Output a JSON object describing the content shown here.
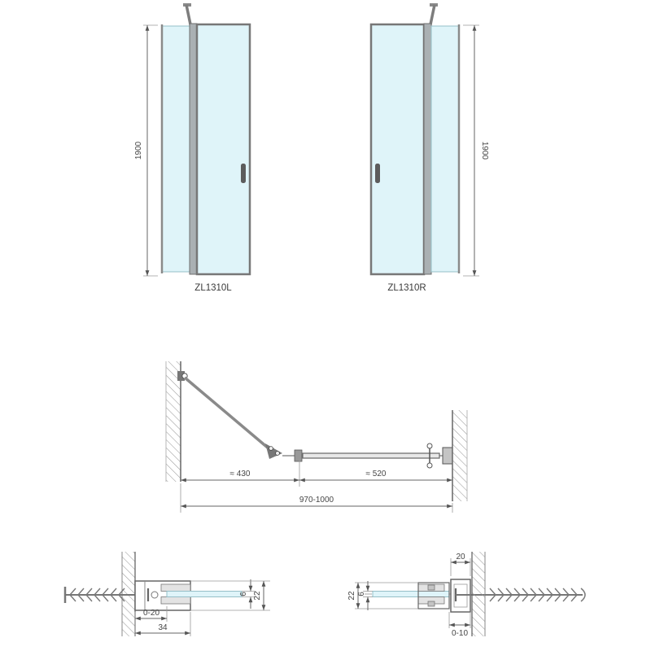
{
  "front_views": {
    "left": {
      "model": "ZL1310L",
      "height": "1900"
    },
    "right": {
      "model": "ZL1310R",
      "height": "1900"
    }
  },
  "plan_view": {
    "door_width": "≈ 430",
    "fixed_width": "≈ 520",
    "total_width": "970-1000"
  },
  "details": {
    "left": {
      "adjustment": "0-20",
      "profile_depth": "34",
      "glass_thickness": "6",
      "profile_height": "22"
    },
    "right": {
      "wall_profile_width": "20",
      "profile_height": "22",
      "glass_thickness": "6",
      "adjustment": "0-10"
    }
  },
  "colors": {
    "glass": "#dff4f9",
    "metal": "#aab0b3",
    "line": "#666666"
  }
}
